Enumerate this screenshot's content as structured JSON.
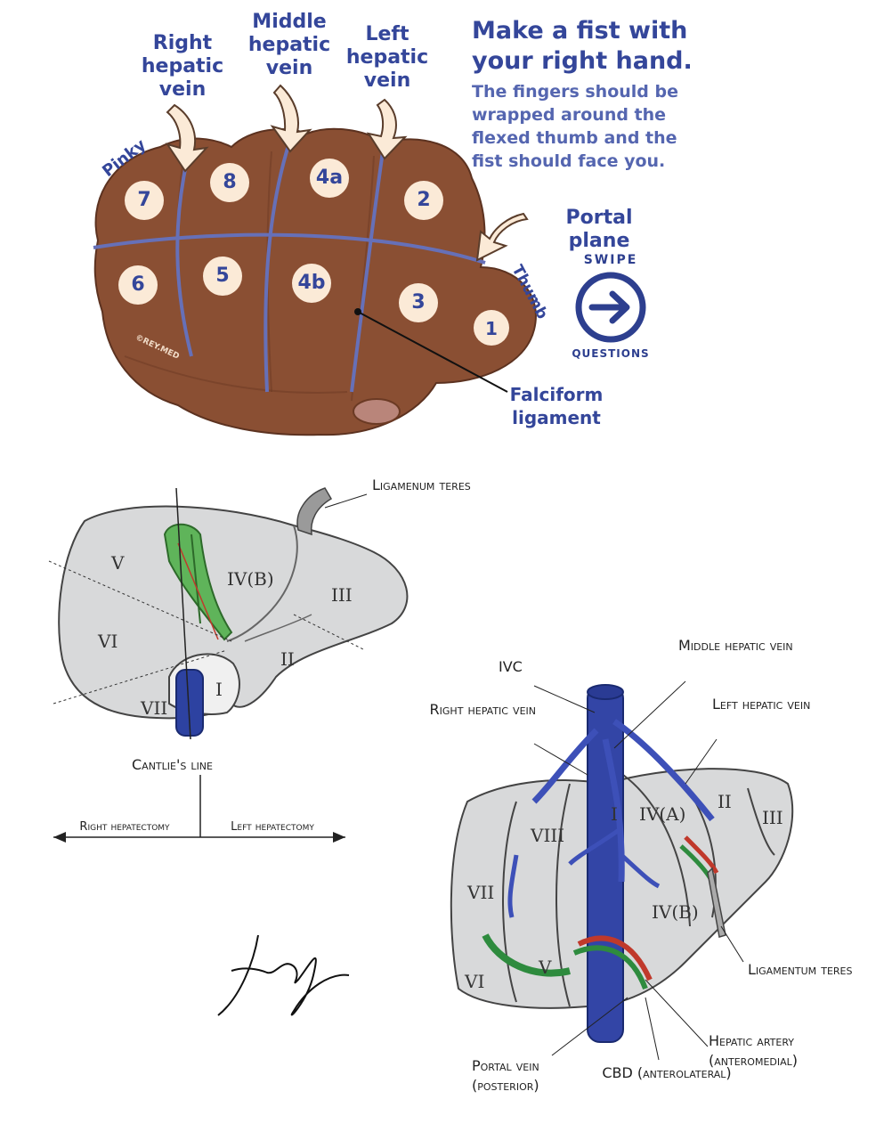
{
  "hand": {
    "title": "Make a fist with your right hand.",
    "instructions": "The fingers should be wrapped around the flexed thumb and the fist should face you.",
    "labels": {
      "right_hepatic_vein": "Right hepatic vein",
      "middle_hepatic_vein": "Middle hepatic vein",
      "left_hepatic_vein": "Left hepatic vein",
      "pinky": "Pinky",
      "thumb": "Thumb",
      "portal_plane": "Portal plane",
      "falciform_ligament": "Falciform ligament",
      "watermark": "©REY.MED"
    },
    "segments": [
      "7",
      "8",
      "4a",
      "2",
      "6",
      "5",
      "4b",
      "3",
      "1"
    ],
    "swipe": {
      "top": "SWIPE",
      "bottom": "QUESTIONS"
    },
    "colors": {
      "skin": "#8a4f33",
      "vein": "#6670b8",
      "accent": "#34469a",
      "segment_circle": "#fbead7"
    }
  },
  "anterior_view": {
    "labels": {
      "ligamentum_teres_top": "Ligamenum teres",
      "cantlies_line": "Cantlie's line",
      "right_hepatectomy": "Right hepatectomy",
      "left_hepatectomy": "Left hepatectomy"
    },
    "segments": [
      "V",
      "IV(B)",
      "III",
      "VI",
      "II",
      "I",
      "VII"
    ]
  },
  "posterior_view": {
    "labels": {
      "ivc": "IVC",
      "middle_hepatic_vein": "Middle hepatic vein",
      "right_hepatic_vein": "Right hepatic vein",
      "left_hepatic_vein": "Left hepatic vein",
      "ligamentum_teres": "Ligamentum teres",
      "hepatic_artery": "Hepatic artery (anteromedial)",
      "portal_vein": "Portal vein (posterior)",
      "cbd": "CBD (anterolateral)"
    },
    "segments": [
      "II",
      "III",
      "I",
      "IV(A)",
      "VIII",
      "VII",
      "IV(B)",
      "VI",
      "V"
    ]
  }
}
